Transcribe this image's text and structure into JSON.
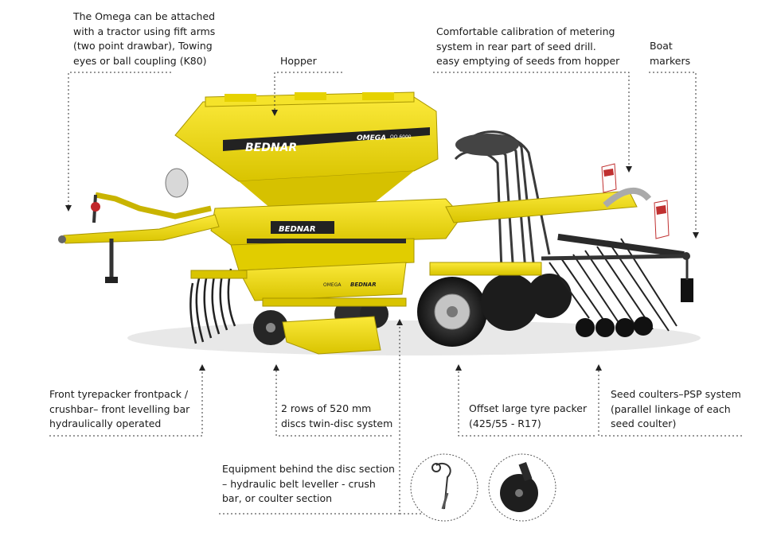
{
  "callouts": {
    "attach": [
      "The Omega can be attached",
      "with a tractor using fift arms",
      "(two point drawbar), Towing",
      "eyes or ball coupling (K80)"
    ],
    "hopper": [
      "Hopper"
    ],
    "calibration": [
      "Comfortable calibration of metering",
      "system in rear part of seed drill.",
      "easy emptying of seeds from hopper"
    ],
    "boat": [
      "Boat",
      "markers"
    ],
    "front_packer": [
      "Front tyrepacker frontpack /",
      "crushbar– front levelling bar",
      "hydraulically operated"
    ],
    "discs": [
      "2 rows of 520 mm",
      "discs twin-disc system"
    ],
    "tyre_packer": [
      "Offset large tyre packer",
      "(425/55 - R17)"
    ],
    "seed_coulters": [
      "Seed coulters–PSP system",
      "(parallel linkage of each",
      "seed coulter)"
    ],
    "equipment": [
      "Equipment behind the disc section",
      "– hydraulic belt leveller - crush",
      "bar, or coulter section"
    ]
  },
  "machine_branding": {
    "brand_hopper": "BEDNAR",
    "model": "OMEGA",
    "model_code": "OO 6000",
    "brand_frame": "BEDNAR",
    "brand_small": "BEDNAR",
    "model_small": "OMEGA"
  },
  "colors": {
    "machine_yellow": "#f2e01a",
    "machine_yellow_dark": "#c9b400",
    "frame_dark": "#2a2a2a",
    "tyre": "#1f1f1f",
    "rim": "#b8b8b8",
    "leader_line": "#333333",
    "text": "#1a1a1a"
  }
}
